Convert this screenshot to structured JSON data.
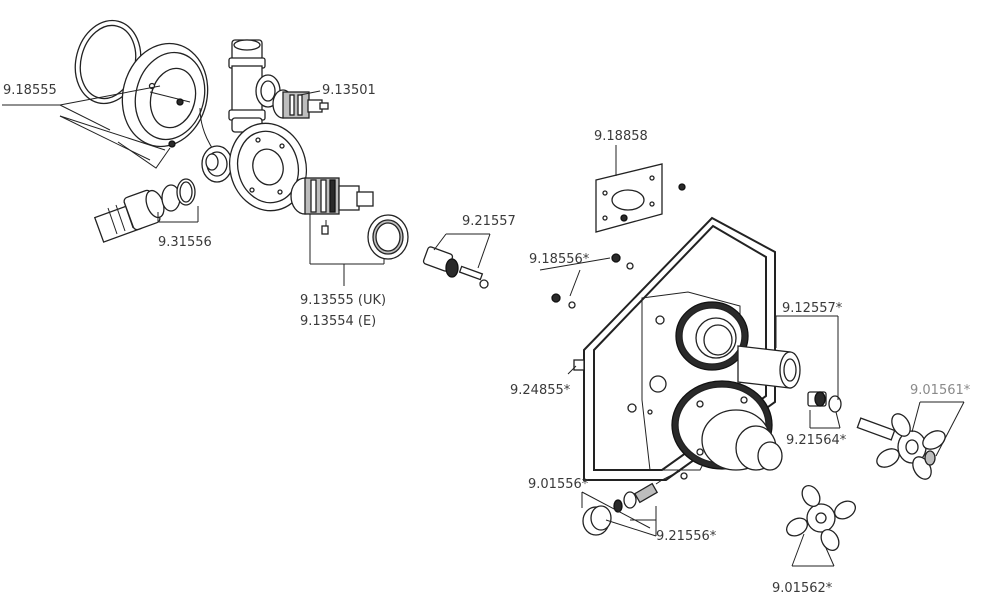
{
  "labels": {
    "p_9_18555": "9.18555",
    "p_9_13501": "9.13501",
    "p_9_31556": "9.31556",
    "p_9_13555": "9.13555 (UK)",
    "p_9_13554": "9.13554 (E)",
    "p_9_21557": "9.21557",
    "p_9_18858": "9.18858",
    "p_9_18556": "9.18556*",
    "p_9_12557": "9.12557*",
    "p_9_24855": "9.24855*",
    "p_9_01561": "9.01561*",
    "p_9_21564": "9.21564*",
    "p_9_01556": "9.01556*",
    "p_9_21556": "9.21556*",
    "p_9_01562": "9.01562*"
  },
  "colors": {
    "line": "#222222",
    "label": "#3a3a3a",
    "label_muted": "#8a8a8a",
    "shade": "#bdbdbd"
  }
}
